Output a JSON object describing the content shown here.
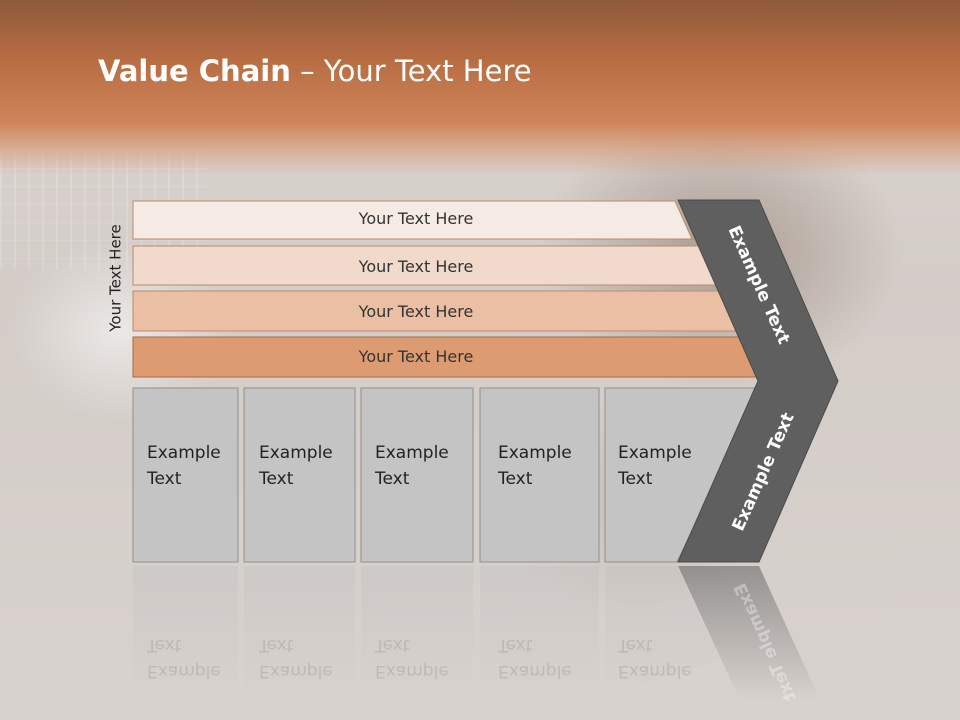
{
  "slide": {
    "title_bold": "Value Chain",
    "title_rest": " – Your Text Here",
    "side_label": "Your Text Here"
  },
  "bars": [
    {
      "label": "Your Text Here",
      "color": "#f6ebe4"
    },
    {
      "label": "Your Text Here",
      "color": "#f1d9cb"
    },
    {
      "label": "Your Text Here",
      "color": "#eabfa4"
    },
    {
      "label": "Your Text Here",
      "color": "#dd9b72"
    }
  ],
  "cards": [
    {
      "line1": "Example",
      "line2": "Text"
    },
    {
      "line1": "Example",
      "line2": "Text"
    },
    {
      "line1": "Example",
      "line2": "Text"
    },
    {
      "line1": "Example",
      "line2": "Text"
    },
    {
      "line1": "Example",
      "line2": "Text"
    }
  ],
  "chevron": {
    "upper_text": "Example Text",
    "lower_text": "Example Text",
    "color": "#5f5f5f"
  },
  "colors": {
    "accent": "#c8794d",
    "card_fill": "#c4c4c4"
  }
}
